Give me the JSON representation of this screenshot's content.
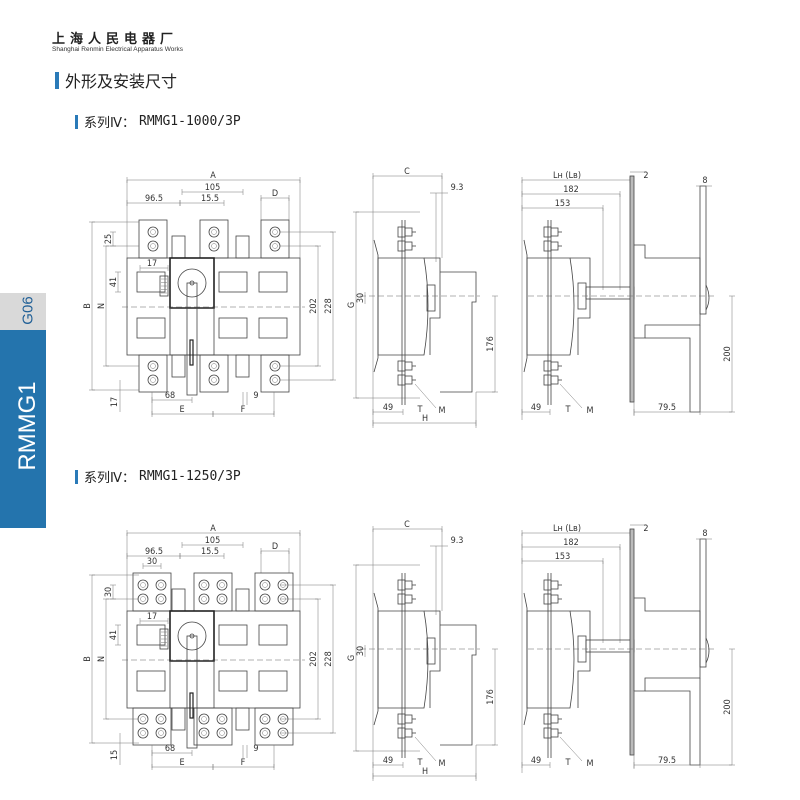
{
  "header": {
    "company_zh": "上海人民电器厂",
    "company_en": "Shanghai Renmin Electrical Apparatus Works"
  },
  "section_title": "外形及安装尺寸",
  "side_tab": {
    "page_code": "G06",
    "product": "RMMG1"
  },
  "colors": {
    "accent": "#2474ad",
    "tab_grey": "#d9d9d9"
  },
  "sections": [
    {
      "series_prefix": "系列Ⅳ：",
      "model": "RMMG1-1000/3P",
      "dims": {
        "A": "A",
        "d105": "105",
        "d96_5": "96.5",
        "d15_5": "15.5",
        "D": "D",
        "B": "B",
        "N": "N",
        "d202": "202",
        "d228": "228",
        "d41": "41",
        "d17": "17",
        "pitch": "25",
        "bottom": "17",
        "d9": "9",
        "d68": "68",
        "E": "E",
        "F": "F",
        "C": "C",
        "d9_3": "9.3",
        "G": "G",
        "d30": "30",
        "d176": "176",
        "d49": "49",
        "T": "T",
        "M": "M",
        "H": "H",
        "L": "Lн (Lв)",
        "d2": "2",
        "d182": "182",
        "d153": "153",
        "d8": "8",
        "d200": "200",
        "d79_5": "79.5"
      }
    },
    {
      "series_prefix": "系列Ⅳ：",
      "model": "RMMG1-1250/3P",
      "dims": {
        "A": "A",
        "d105": "105",
        "d96_5": "96.5",
        "d15_5": "15.5",
        "D": "D",
        "B": "B",
        "N": "N",
        "d202": "202",
        "d228": "228",
        "d41": "41",
        "d17": "17",
        "pitch": "30",
        "pitch_h": "30",
        "bottom": "15",
        "d9": "9",
        "d68": "68",
        "E": "E",
        "F": "F",
        "C": "C",
        "d9_3": "9.3",
        "G": "G",
        "d30": "30",
        "d176": "176",
        "d49": "49",
        "T": "T",
        "M": "M",
        "H": "H",
        "L": "Lн (Lв)",
        "d2": "2",
        "d182": "182",
        "d153": "153",
        "d8": "8",
        "d200": "200",
        "d79_5": "79.5"
      }
    }
  ]
}
